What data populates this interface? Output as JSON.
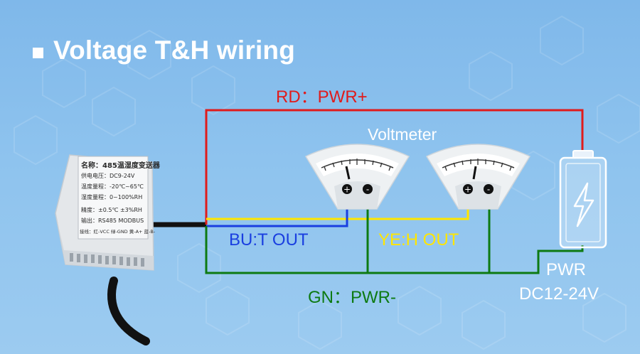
{
  "title": "Voltage T&H wiring",
  "labels": {
    "red_wire": "RD：PWR+",
    "voltmeter": "Voltmeter",
    "blue_wire": "BU:T OUT",
    "yellow_wire": "YE:H OUT",
    "green_wire": "GN：PWR-",
    "power_line1": "PWR",
    "power_line2": "DC12-24V"
  },
  "sensor_label": {
    "heading": "名称：485温湿度变送器",
    "lines": [
      "供电电压：DC9-24V",
      "温度量程：-20℃~65℃",
      "湿度量程：0~100%RH",
      "精度：±0.5℃  ±3%RH",
      "输出：RS485  MODBUS",
      "接线：红-VCC 绿-GND 黄-A+ 蓝-B-"
    ]
  },
  "meter_terminals": {
    "plus": "+",
    "minus": "-"
  },
  "colors": {
    "red_wire": "#e01b1b",
    "yellow_wire": "#ffe600",
    "blue_wire": "#1a3fe0",
    "green_wire": "#0d7a12",
    "background": "#8ec3ee"
  },
  "icons": {
    "power": "battery-lightning-icon",
    "meter": "analog-voltmeter-icon"
  }
}
